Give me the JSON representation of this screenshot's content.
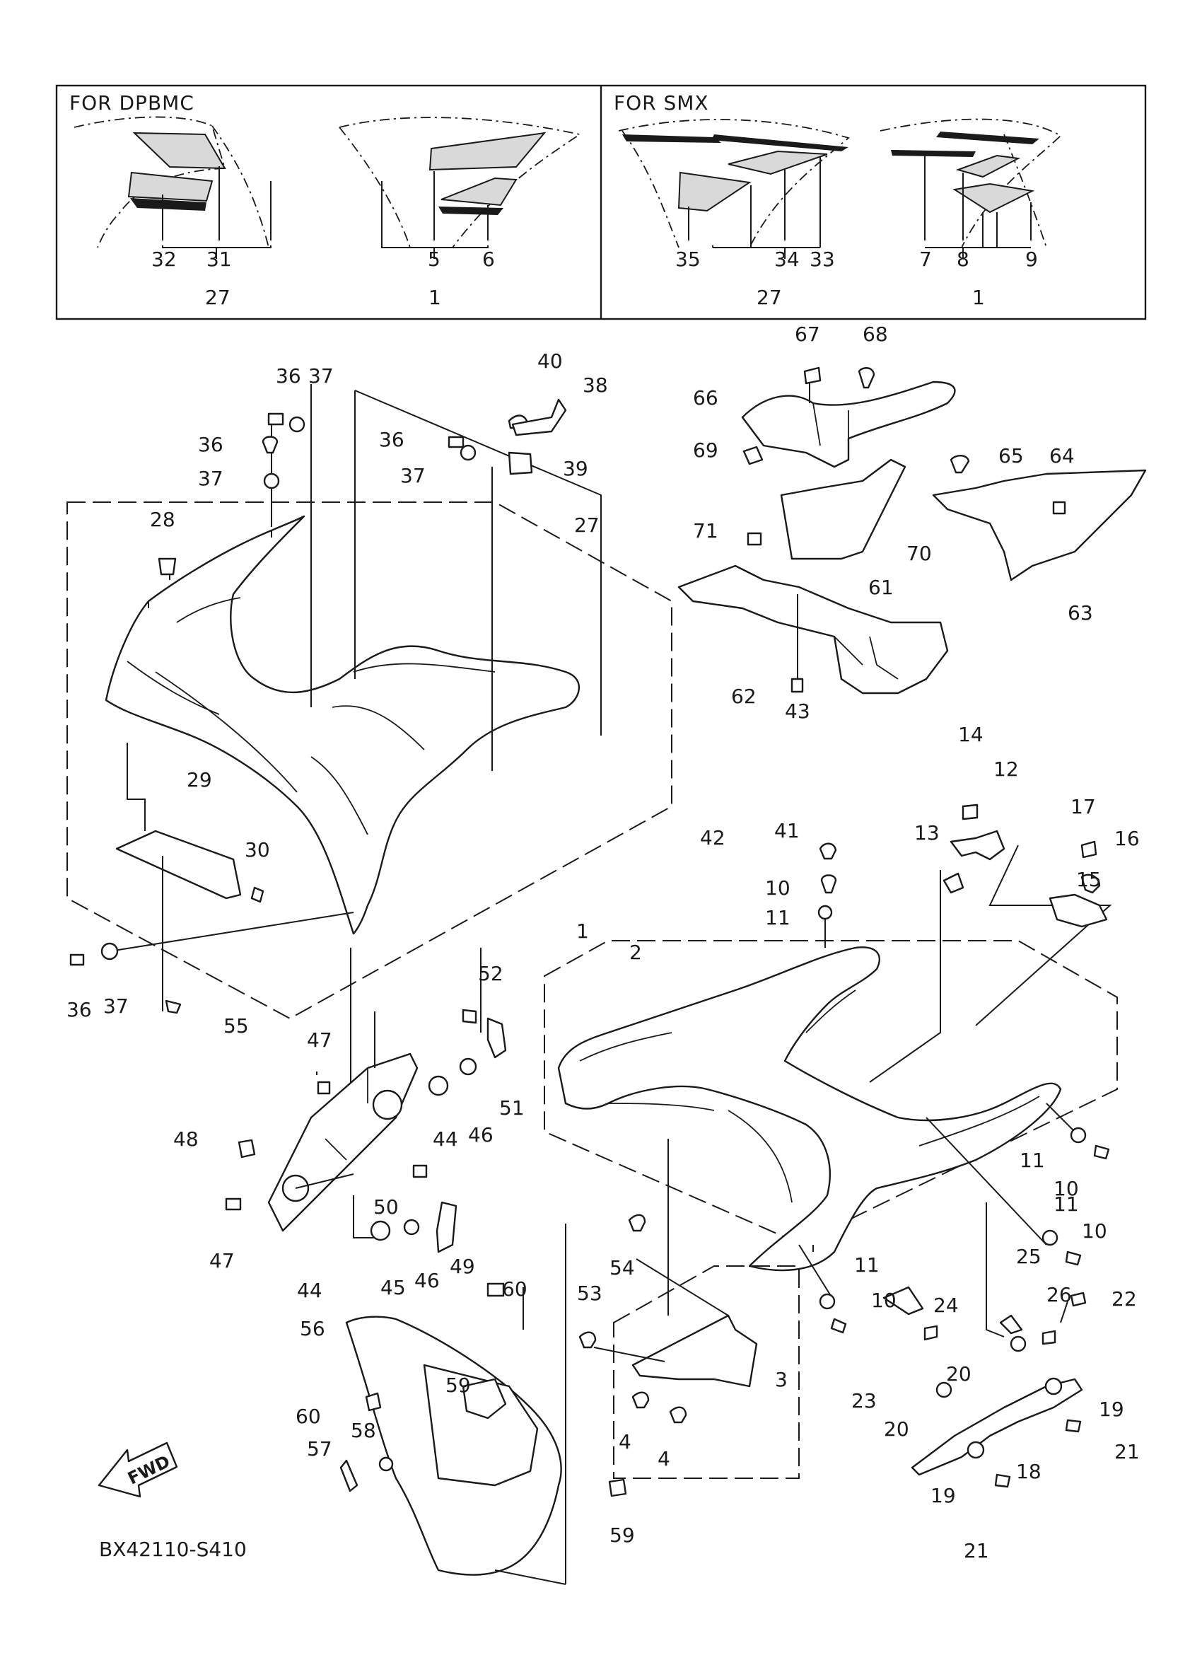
{
  "diagram_code": "BX42110-S410",
  "fwd_label": "FWD",
  "insets": [
    {
      "title": "FOR DPBMC",
      "callouts": [
        "32",
        "31",
        "27",
        "5",
        "6",
        "1"
      ]
    },
    {
      "title": "FOR SMX",
      "callouts": [
        "35",
        "34",
        "33",
        "27",
        "7",
        "8",
        "9",
        "1"
      ]
    }
  ],
  "parts": [
    "1",
    "2",
    "3",
    "4",
    "5",
    "6",
    "7",
    "8",
    "9",
    "10",
    "11",
    "12",
    "13",
    "14",
    "15",
    "16",
    "17",
    "18",
    "19",
    "20",
    "21",
    "22",
    "23",
    "24",
    "25",
    "26",
    "27",
    "28",
    "29",
    "30",
    "31",
    "32",
    "33",
    "34",
    "35",
    "36",
    "37",
    "38",
    "39",
    "40",
    "41",
    "42",
    "43",
    "44",
    "45",
    "46",
    "47",
    "48",
    "49",
    "50",
    "51",
    "52",
    "53",
    "54",
    "55",
    "56",
    "57",
    "58",
    "59",
    "60",
    "61",
    "62",
    "63",
    "64",
    "65",
    "66",
    "67",
    "68",
    "69",
    "70",
    "71"
  ]
}
